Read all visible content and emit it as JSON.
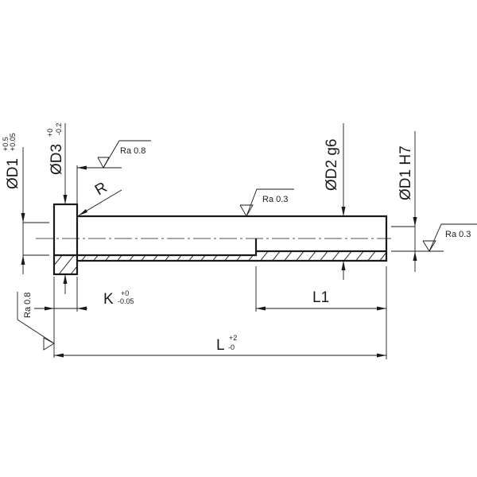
{
  "drawing": {
    "dimensions": {
      "d1_head": {
        "label": "ØD1",
        "tol_upper": "+0.5",
        "tol_lower": "+0.05"
      },
      "d3": {
        "label": "ØD3",
        "tol_upper": "+0",
        "tol_lower": "-0.2"
      },
      "d2": {
        "label": "ØD2 g6"
      },
      "d1_bore": {
        "label": "ØD1 H7"
      },
      "radius": {
        "label": "R"
      },
      "k": {
        "label": "K",
        "tol_upper": "+0",
        "tol_lower": "-0.05"
      },
      "l1": {
        "label": "L1"
      },
      "l": {
        "label": "L",
        "tol_upper": "+2",
        "tol_lower": "-0"
      }
    },
    "surface_finish": {
      "head_face": "Ra 0.8",
      "shaft": "Ra 0.3",
      "bore": "Ra 0.3",
      "head_end": "Ra 0.8"
    }
  }
}
